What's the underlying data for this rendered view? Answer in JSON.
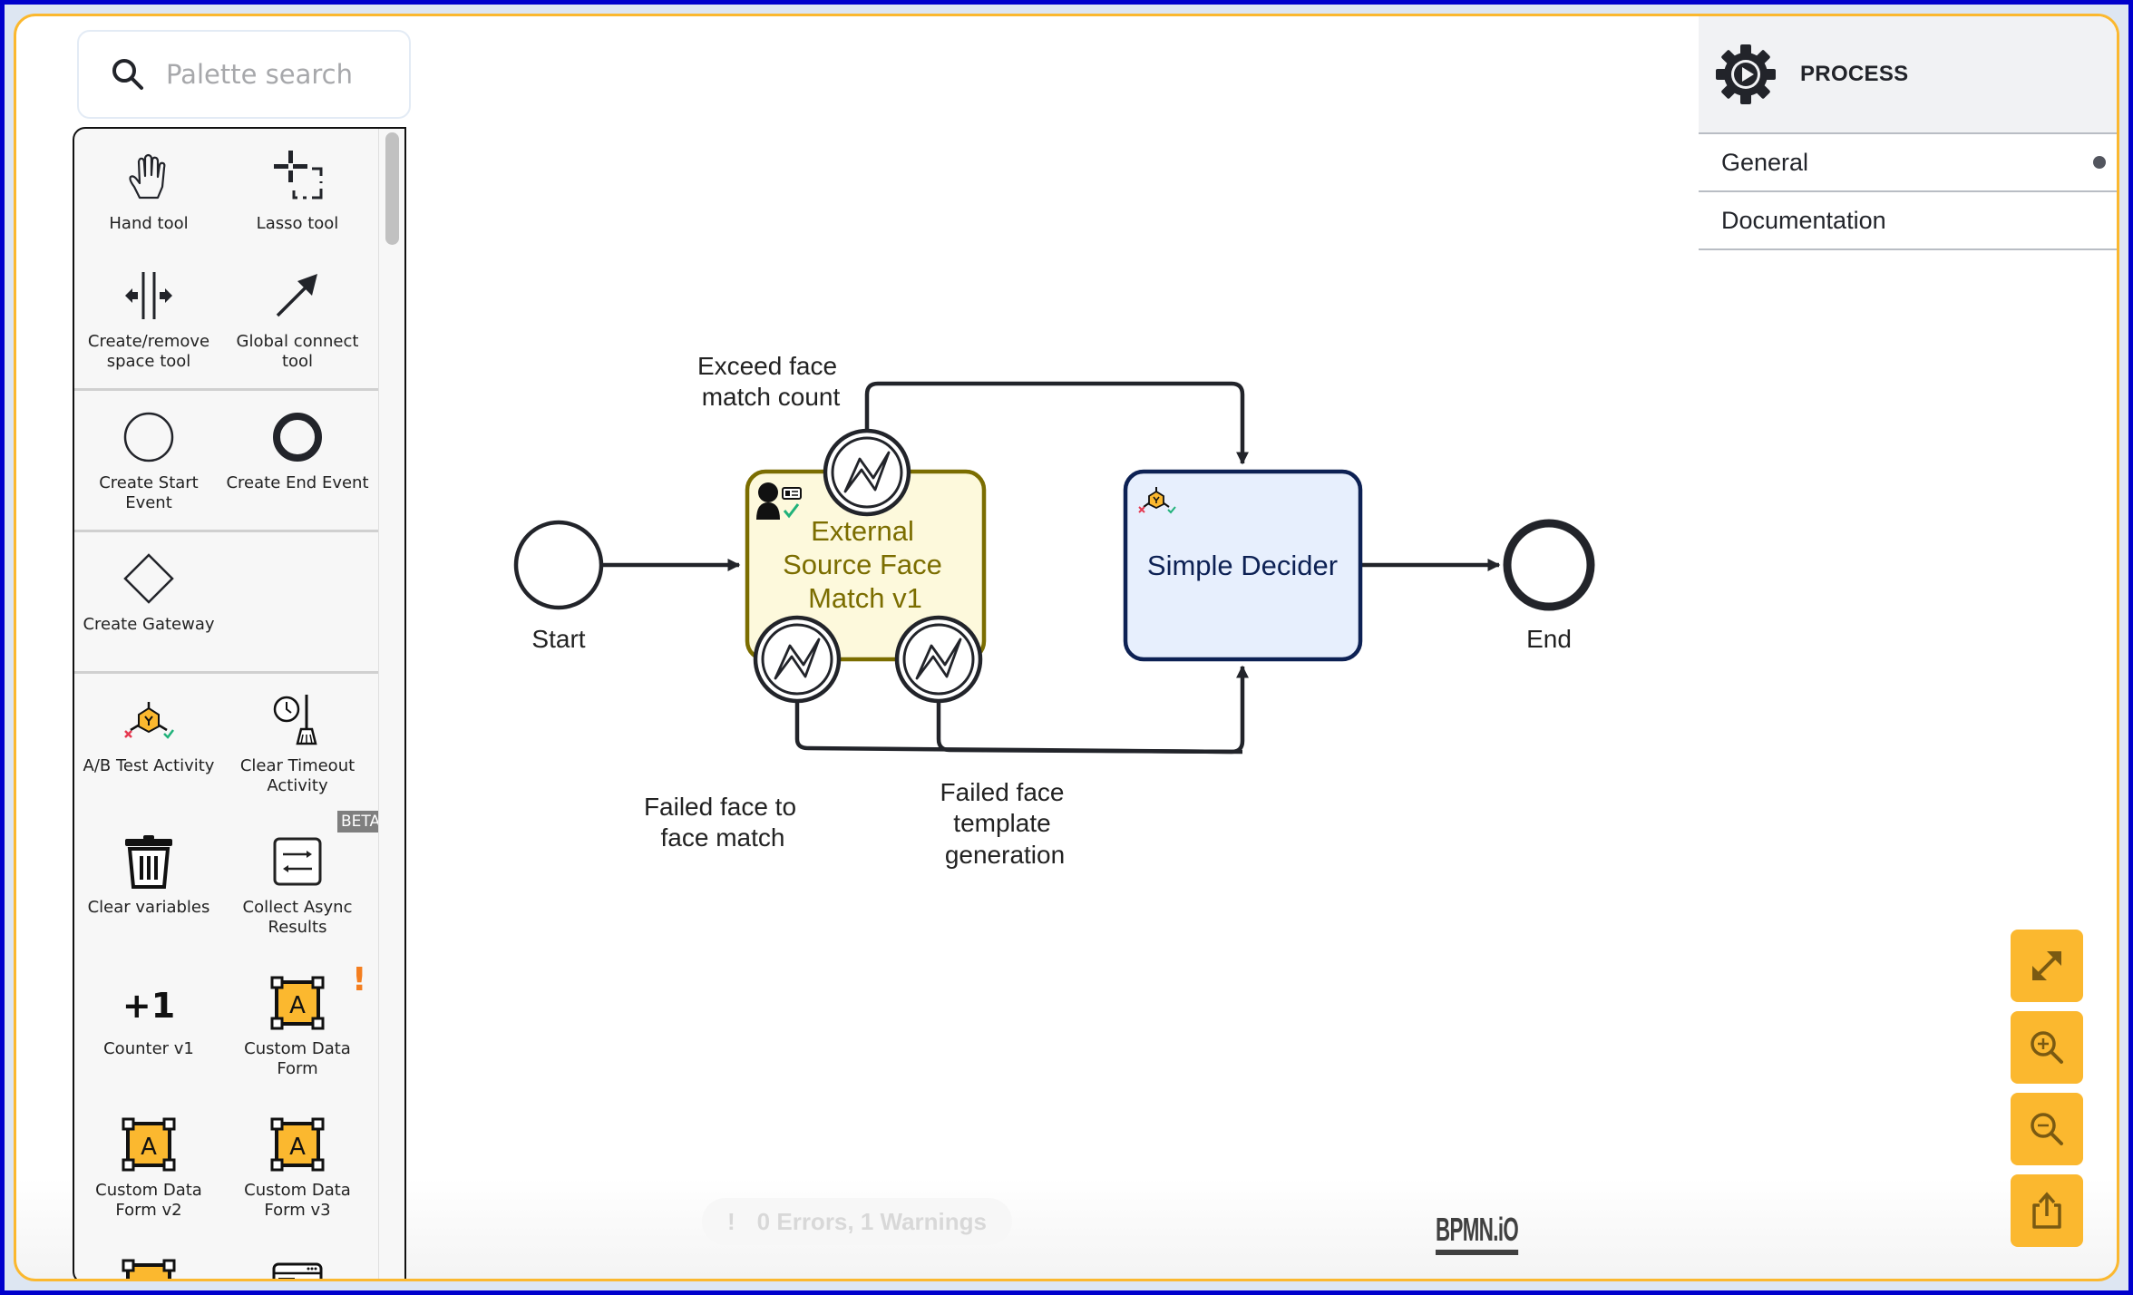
{
  "search": {
    "placeholder": "Palette search",
    "value": ""
  },
  "palette": {
    "items": [
      {
        "id": "hand-tool",
        "label": "Hand tool",
        "icon": "hand-icon"
      },
      {
        "id": "lasso-tool",
        "label": "Lasso tool",
        "icon": "lasso-icon"
      },
      {
        "id": "space-tool",
        "label": "Create/remove space tool",
        "icon": "space-tool-icon"
      },
      {
        "id": "global-connect-tool",
        "label": "Global connect tool",
        "icon": "connect-arrow-icon"
      },
      {
        "id": "create-start-event",
        "label": "Create Start Event",
        "icon": "start-event-icon"
      },
      {
        "id": "create-end-event",
        "label": "Create End Event",
        "icon": "end-event-icon"
      },
      {
        "id": "create-gateway",
        "label": "Create Gateway",
        "icon": "gateway-icon"
      },
      {
        "id": "ab-test-activity",
        "label": "A/B Test Activity",
        "icon": "ab-test-icon"
      },
      {
        "id": "clear-timeout-activity",
        "label": "Clear Timeout Activity",
        "icon": "clock-broom-icon"
      },
      {
        "id": "clear-variables",
        "label": "Clear variables",
        "icon": "trash-icon"
      },
      {
        "id": "collect-async-results",
        "label": "Collect Async Results",
        "icon": "swap-arrows-icon",
        "badge": "BETA"
      },
      {
        "id": "counter-v1",
        "label": "Counter v1",
        "icon": "plus-one-icon"
      },
      {
        "id": "custom-data-form",
        "label": "Custom Data Form",
        "icon": "form-a-icon",
        "warning": "!"
      },
      {
        "id": "custom-data-form-v2",
        "label": "Custom Data Form v2",
        "icon": "form-a-icon"
      },
      {
        "id": "custom-data-form-v3",
        "label": "Custom Data Form v3",
        "icon": "form-a-icon"
      },
      {
        "id": "custom-data-form-partial",
        "label": "",
        "icon": "form-a-icon"
      },
      {
        "id": "browser-window-partial",
        "label": "",
        "icon": "browser-window-icon"
      }
    ]
  },
  "diagram": {
    "start_event": {
      "label": "Start"
    },
    "end_event": {
      "label": "End"
    },
    "task_face_match": {
      "label_lines": [
        "External",
        "Source Face",
        "Match v1"
      ],
      "fill": "#fdf9dc",
      "stroke": "#7b6d00"
    },
    "task_decider": {
      "label": "Simple Decider",
      "fill": "#e7effd",
      "stroke": "#0d2154"
    },
    "boundary_labels": {
      "exceed": [
        "Exceed face",
        "match count"
      ],
      "failed_f2f": [
        "Failed face to",
        "face match"
      ],
      "failed_template": [
        "Failed face",
        "template",
        "generation"
      ]
    }
  },
  "properties": {
    "title": "PROCESS",
    "sections": [
      {
        "label": "General",
        "has_dot": true
      },
      {
        "label": "Documentation",
        "has_dot": false
      }
    ]
  },
  "controls": {
    "fit": "fit-viewport-icon",
    "zoom_in": "zoom-in-icon",
    "zoom_out": "zoom-out-icon",
    "export": "export-icon"
  },
  "lint": {
    "icon": "!",
    "text": "0 Errors, 1 Warnings"
  },
  "brand": {
    "text": "BPMN.iO"
  },
  "colors": {
    "accent": "#fbb82f",
    "outer_border": "#0000cc",
    "ink": "#22242a"
  }
}
